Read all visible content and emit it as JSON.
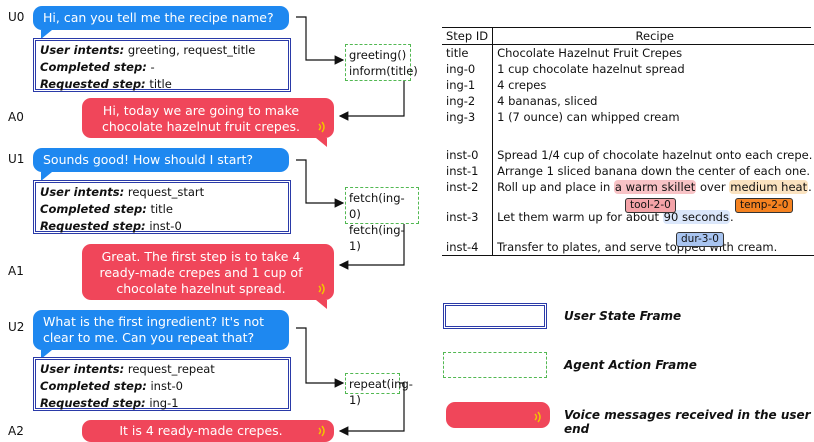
{
  "dialogue": {
    "u0": {
      "speaker": "U0",
      "text": "Hi, can you tell me the recipe name?"
    },
    "usf0": {
      "intents_label": "User intents:",
      "intents": "greeting, request_title",
      "completed_label": "Completed step:",
      "completed": "-",
      "requested_label": "Requested step:",
      "requested": "title"
    },
    "aaf0": {
      "lines": [
        "greeting()",
        "inform(title)"
      ]
    },
    "a0": {
      "speaker": "A0",
      "lines": [
        "Hi, today we are going to make",
        "chocolate hazelnut fruit crepes."
      ]
    },
    "u1": {
      "speaker": "U1",
      "text": "Sounds good! How should I start?"
    },
    "usf1": {
      "intents_label": "User intents:",
      "intents": "request_start",
      "completed_label": "Completed step:",
      "completed": "title",
      "requested_label": "Requested step:",
      "requested": "inst-0"
    },
    "aaf1": {
      "lines": [
        "fetch(ing-0)",
        "fetch(ing-1)"
      ]
    },
    "a1": {
      "speaker": "A1",
      "lines": [
        "Great. The first step is to take 4",
        "ready-made crepes and 1 cup of",
        "chocolate hazelnut spread."
      ]
    },
    "u2": {
      "speaker": "U2",
      "lines": [
        "What is the first ingredient? It's not",
        "clear to me. Can you repeat that?"
      ]
    },
    "usf2": {
      "intents_label": "User intents:",
      "intents": "request_repeat",
      "completed_label": "Completed step:",
      "completed": "inst-0",
      "requested_label": "Requested step:",
      "requested": "ing-1"
    },
    "aaf2": {
      "lines": [
        "repeat(ing-1)"
      ]
    },
    "a2": {
      "speaker": "A2",
      "text": "It is 4 ready-made crepes."
    }
  },
  "table": {
    "header": {
      "col1": "Step ID",
      "col2": "Recipe"
    },
    "rows": [
      {
        "id": "title",
        "text": "Chocolate Hazelnut Fruit Crepes"
      },
      {
        "id": "ing-0",
        "text": "1 cup chocolate hazelnut spread"
      },
      {
        "id": "ing-1",
        "text": "4 crepes"
      },
      {
        "id": "ing-2",
        "text": "4 bananas, sliced"
      },
      {
        "id": "ing-3",
        "text": "1 (7 ounce) can whipped cream"
      }
    ],
    "inst0": {
      "id": "inst-0",
      "text": "Spread 1/4 cup of chocolate hazelnut onto each crepe."
    },
    "inst1": {
      "id": "inst-1",
      "text": "Arrange 1 sliced banana down the center of each one."
    },
    "inst2": {
      "id": "inst-2",
      "pre": "Roll up and place in ",
      "tool": "a warm skillet",
      "mid": " over ",
      "temp": "medium heat",
      "post": "."
    },
    "inst3": {
      "id": "inst-3",
      "pre": "Let them warm up for about ",
      "dur": "90 seconds",
      "post": "."
    },
    "inst4": {
      "id": "inst-4",
      "text": "Transfer to plates, and serve topped with cream."
    },
    "tags": {
      "tool": "tool-2-0",
      "temp": "temp-2-0",
      "dur": "dur-3-0"
    }
  },
  "legend": {
    "user_state": "User State Frame",
    "agent_action": "Agent Action Frame",
    "voice": "Voice messages received in the user end"
  },
  "colors": {
    "user_bubble": "#1e88f0",
    "agent_bubble": "#f0465a",
    "usf_border": "#2a3aa8",
    "aaf_border": "#52b852",
    "tool_tag": "#f4a3a8",
    "temp_tag": "#f58220",
    "dur_tag": "#a8c4f0"
  }
}
